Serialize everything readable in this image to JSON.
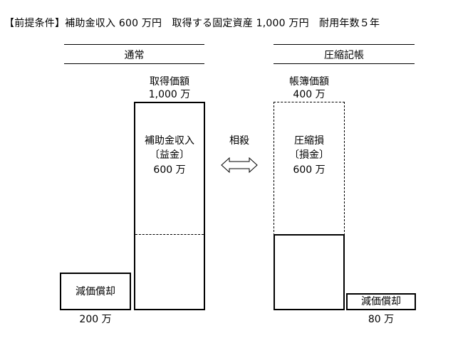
{
  "premise": "【前提条件】補助金収入 600 万円　取得する固定資産 1,000 万円　耐用年数５年",
  "normal": {
    "title": "通常",
    "depreciation_label": "減価償却",
    "depreciation_amount": "200 万",
    "acquisition_label": "取得価額",
    "acquisition_amount": "1,000 万",
    "subsidy_label": "補助金収入",
    "subsidy_type": "〔益金〕",
    "subsidy_amount": "600 万"
  },
  "offset": {
    "label": "相殺"
  },
  "compressed": {
    "title": "圧縮記帳",
    "book_value_label": "帳簿価額",
    "book_value_amount": "400 万",
    "loss_label": "圧縮損",
    "loss_type": "〔損金〕",
    "loss_amount": "600 万",
    "depreciation_label": "減価償却",
    "depreciation_amount": "80 万"
  }
}
